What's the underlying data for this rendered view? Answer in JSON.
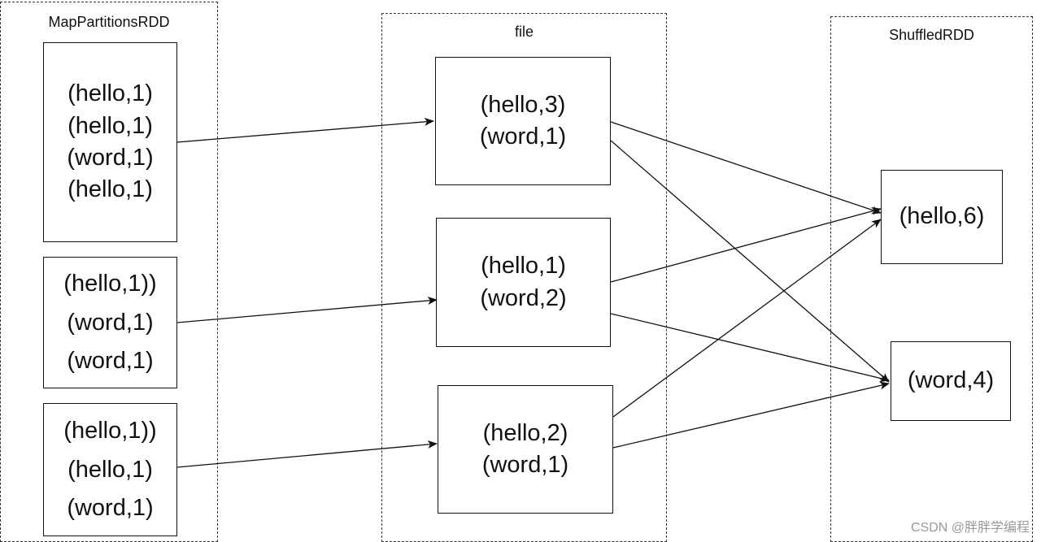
{
  "groups": {
    "map_partitions": {
      "title": "MapPartitionsRDD"
    },
    "file": {
      "title": "file"
    },
    "shuffled": {
      "title": "ShuffledRDD"
    }
  },
  "map_boxes": [
    {
      "lines": [
        "(hello,1)",
        "(hello,1)",
        "(word,1)",
        "(hello,1)"
      ]
    },
    {
      "lines": [
        "(hello,1))",
        "(word,1)",
        "(word,1)"
      ]
    },
    {
      "lines": [
        "(hello,1))",
        "(hello,1)",
        "(word,1)"
      ]
    }
  ],
  "file_boxes": [
    {
      "lines": [
        "(hello,3)",
        "(word,1)"
      ]
    },
    {
      "lines": [
        "(hello,1)",
        "(word,2)"
      ]
    },
    {
      "lines": [
        "(hello,2)",
        "(word,1)"
      ]
    }
  ],
  "shuffled_boxes": [
    {
      "lines": [
        "(hello,6)"
      ]
    },
    {
      "lines": [
        "(word,4)"
      ]
    }
  ],
  "watermark": "CSDN @胖胖学编程"
}
